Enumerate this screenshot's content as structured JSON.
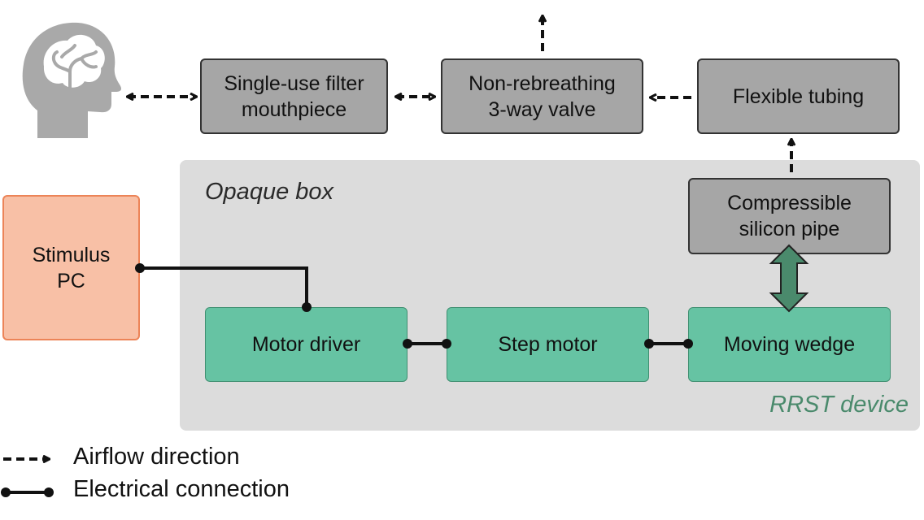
{
  "region": {
    "opaque_box": "Opaque box",
    "rrst_device": "RRST device"
  },
  "boxes": {
    "filter": "Single-use filter\nmouthpiece",
    "valve": "Non-rebreathing\n3-way valve",
    "tubing": "Flexible tubing",
    "pipe": "Compressible\nsilicon pipe",
    "stimulus": "Stimulus\nPC",
    "motor_driver": "Motor driver",
    "step_motor": "Step motor",
    "wedge": "Moving wedge"
  },
  "legend": {
    "airflow": "Airflow direction",
    "electrical": "Electrical connection"
  },
  "colors": {
    "gray_box": "#a6a6a6",
    "green_box": "#66c3a3",
    "salmon_box": "#f8c0a6",
    "opaque_bg": "#dcdcdc",
    "rrst_text": "#4a8a6c",
    "double_arrow": "#4a8a6c"
  },
  "icons": {
    "head": "head-with-brain-icon"
  }
}
